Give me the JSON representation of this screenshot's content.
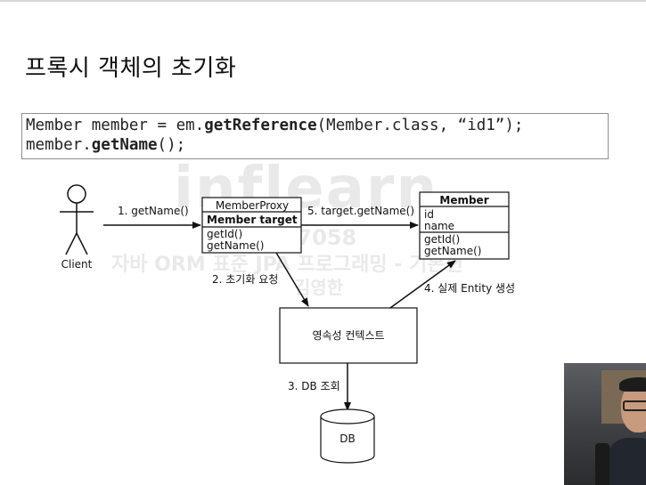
{
  "slide": {
    "title": "프록시 객체의 초기화"
  },
  "code": {
    "line1_a": "Member member = em.",
    "line1_b": "getReference",
    "line1_c": "(Member.class, “id1”);",
    "line2_a": "member.",
    "line2_b": "getName",
    "line2_c": "();"
  },
  "diagram": {
    "actor_label": "Client",
    "arrow1": "1. getName()",
    "proxy": {
      "title": "MemberProxy",
      "field": "Member target",
      "methods": [
        "getId()",
        "getName()"
      ]
    },
    "arrow5": "5. target.getName()",
    "member": {
      "title": "Member",
      "fields": [
        "id",
        "name"
      ],
      "methods": [
        "getId()",
        "getName()"
      ]
    },
    "arrow2": "2. 초기화 요청",
    "arrow4": "4. 실제 Entity 생성",
    "context_label": "영속성 컨텍스트",
    "arrow3": "3. DB 조회",
    "db_label": "DB"
  },
  "watermark": {
    "logo": "inflearn",
    "id": "977058",
    "course": "자바 ORM 표준 JPA 프로그래밍 - 기본편",
    "author": "김영한"
  }
}
